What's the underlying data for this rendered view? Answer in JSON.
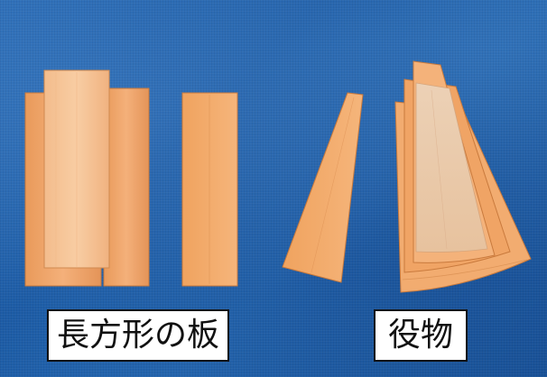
{
  "photo": {
    "background": "blue tarp",
    "colors": {
      "tarp": "#2064ae",
      "wood": "#f0a868",
      "wood_light": "#f6c79a",
      "wood_pale": "#edd2b6",
      "label_bg": "#ffffff",
      "label_border": "#111111"
    }
  },
  "labels": {
    "rectangular_boards": "長方形の板",
    "yakumono": "役物"
  }
}
